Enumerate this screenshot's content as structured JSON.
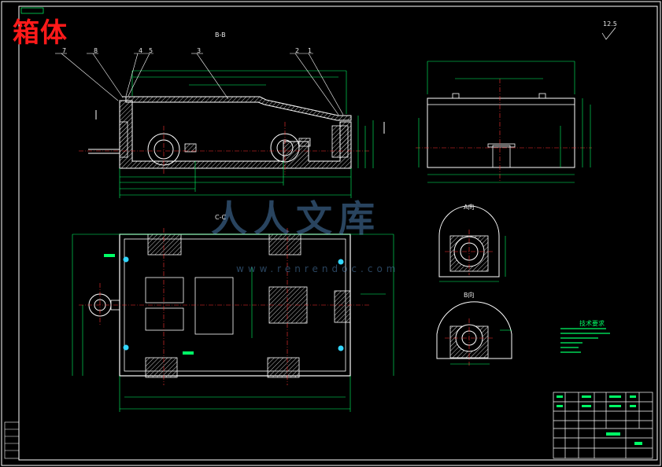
{
  "drawing": {
    "title": "箱体",
    "watermark_text": "人人文库",
    "watermark_url": "www.renrendoc.com",
    "views": {
      "section_bb": "B-B",
      "section_cc": "C-C",
      "view_a": "A向",
      "view_b": "B向"
    },
    "part_numbers": [
      "7",
      "8",
      "4",
      "5",
      "3",
      "2",
      "1"
    ],
    "notes_title": "技术要求",
    "roughness": "12.5",
    "colors": {
      "background": "#000000",
      "outline": "#ffffff",
      "dimension": "#00ff66",
      "centerline": "#ff3333",
      "title_red": "#ff1a1a",
      "hatch": "#c8c8c8",
      "accent_cyan": "#33d6ff"
    }
  }
}
